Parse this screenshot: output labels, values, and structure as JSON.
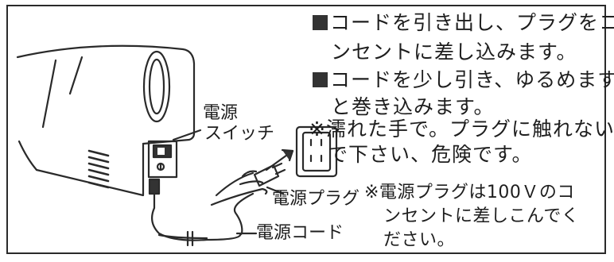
{
  "instructions": [
    {
      "line1": "コードを引き出し、プラグをコ",
      "line2": "ンセントに差し込みます。"
    },
    {
      "line1": "コードを少し引き、ゆるめます",
      "line2": "と巻き込みます。"
    }
  ],
  "warning": {
    "line1": "※濡れた手で。プラグに触れない",
    "line2": "で下さい、危険です。"
  },
  "note": {
    "line1": "※電源プラグは100Ｖのコ",
    "line2": "ンセントに差しこんでく",
    "line3": "ださい。"
  },
  "labels": {
    "switch_line1": "電源",
    "switch_line2": "スイッチ",
    "plug": "電源プラグ",
    "cord": "電源コード"
  },
  "colors": {
    "line": "#2a2a2a",
    "text": "#1e1e1e",
    "bullet": "#333333"
  }
}
